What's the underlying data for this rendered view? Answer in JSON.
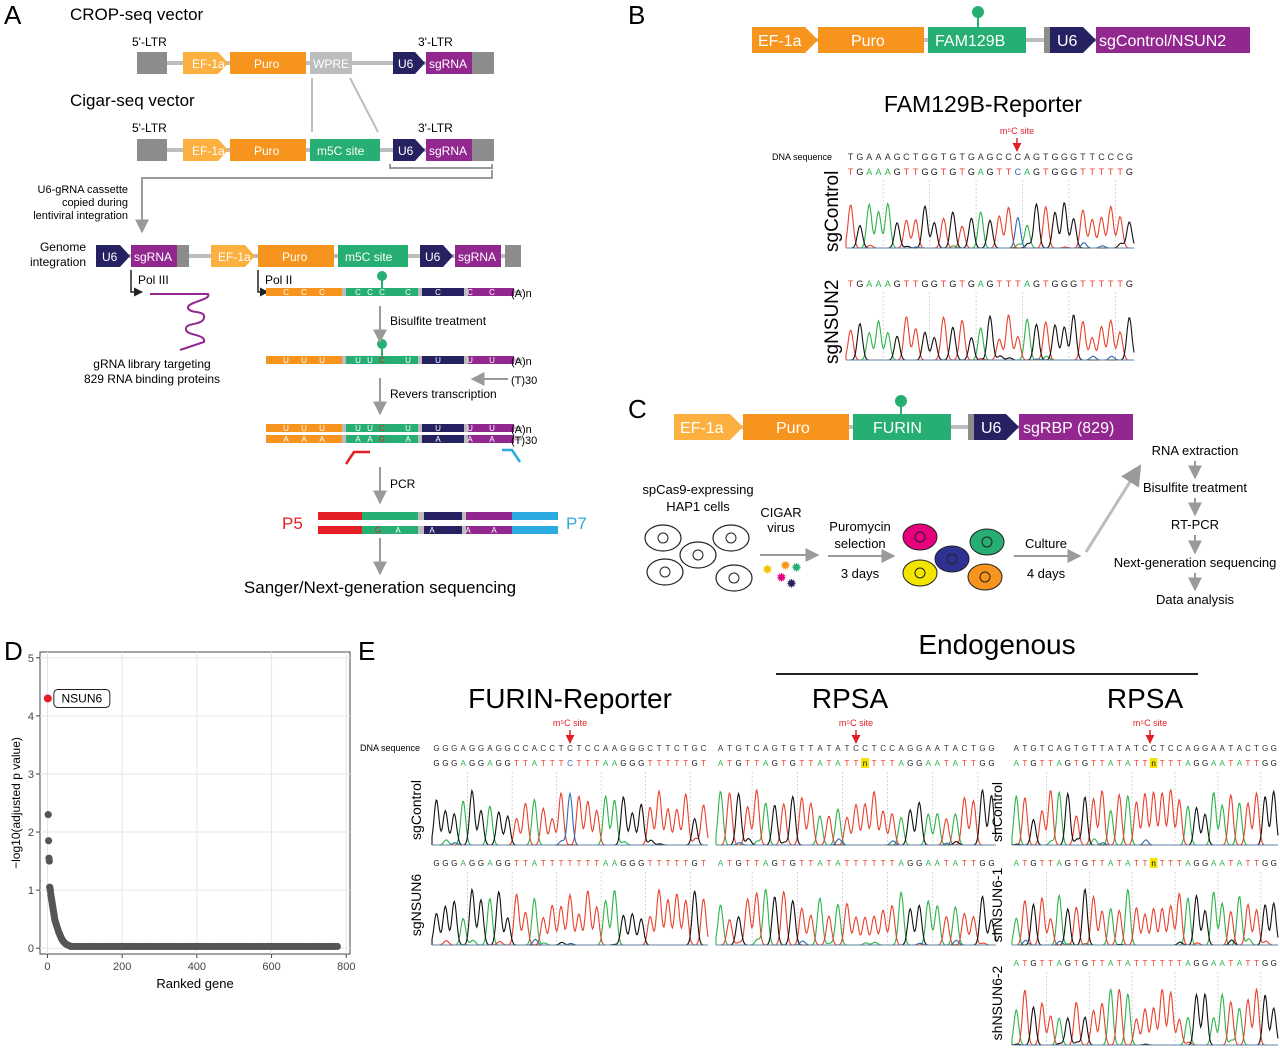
{
  "panels": {
    "a": "A",
    "b": "B",
    "c": "C",
    "d": "D",
    "e": "E"
  },
  "colors": {
    "orange": "#F7941D",
    "light_orange": "#FBB040",
    "green": "#27AE72",
    "navy": "#262262",
    "purple": "#92278F",
    "gray": "#8C8C8C",
    "light_gray": "#BDBDBD",
    "red": "#E31E24",
    "blue": "#29ABE2",
    "trace_green": "#2DB34A",
    "trace_red": "#E8412C",
    "trace_blue": "#2B6CB0",
    "trace_black": "#111111"
  },
  "panel_a": {
    "crop_title": "CROP-seq vector",
    "cigar_title": "Cigar-seq vector",
    "ltr5": "5'-LTR",
    "ltr3": "3'-LTR",
    "ef1a": "EF-1a",
    "puro": "Puro",
    "wpre": "WPRE",
    "m5c": "m5C site",
    "u6": "U6",
    "sgrna": "sgRNA",
    "cassette_note": [
      "U6-gRNA cassette",
      "copied during",
      "lentiviral integration"
    ],
    "genome_label": [
      "Genome",
      "integration"
    ],
    "pol3": "Pol III",
    "pol2": "Pol II",
    "library": [
      "gRNA library targeting",
      "829 RNA binding proteins"
    ],
    "polyA": "(A)n",
    "polyT": "(T)30",
    "step_bisulfite": "Bisulfite treatment",
    "step_rt": "Revers transcription",
    "step_pcr": "PCR",
    "p5": "P5",
    "p7": "P7",
    "final": "Sanger/Next-generation sequencing",
    "c_letter": "C",
    "u_letter": "U",
    "a_letter": "A",
    "g_letter": "G"
  },
  "panel_b": {
    "ef1a": "EF-1a",
    "puro": "Puro",
    "fam": "FAM129B",
    "u6": "U6",
    "sg": "sgControl/NSUN2",
    "title": "FAM129B-Reporter",
    "site": "m⁵C site",
    "dna_label": "DNA sequence",
    "dna_seq": "TGAAAGCTGGTGTGAGCCCAGTGGGTTCCCG",
    "ctrl_seq": "TGAAAGTTGGTGTGAGTTCAGTGGGTTTTTG",
    "nsun_seq": "TGAAAGTTGGTGTGAGTTTAGTGGGTTTTTG",
    "ctrl_label": "sgControl",
    "nsun_label": "sgNSUN2"
  },
  "panel_c": {
    "ef1a": "EF-1a",
    "puro": "Puro",
    "furin": "FURIN",
    "u6": "U6",
    "sg": "sgRBP (829)",
    "cells": [
      "spCas9-expressing",
      "HAP1 cells"
    ],
    "virus": [
      "CIGAR",
      "virus"
    ],
    "selection": [
      "Puromycin",
      "selection"
    ],
    "sel_days": "3 days",
    "culture": "Culture",
    "cul_days": "4 days",
    "workflow": [
      "RNA extraction",
      "Bisulfite treatment",
      "RT-PCR",
      "Next-generation sequencing",
      "Data analysis"
    ]
  },
  "chart_data": {
    "type": "scatter",
    "xlabel": "Ranked gene",
    "ylabel": "−log10(adjusted p value)",
    "xlim": [
      -20,
      810
    ],
    "ylim": [
      -0.1,
      5.1
    ],
    "xticks": [
      0,
      200,
      400,
      600,
      800
    ],
    "yticks": [
      0,
      1,
      2,
      3,
      4,
      5
    ],
    "grid": true,
    "highlight": {
      "label": "NSUN6",
      "x": 1,
      "y": 4.3,
      "color": "#E31E24"
    },
    "points": [
      [
        2,
        2.3
      ],
      [
        3,
        1.85
      ],
      [
        4,
        1.55
      ],
      [
        5,
        1.5
      ],
      [
        6,
        1.05
      ],
      [
        7,
        1.02
      ],
      [
        8,
        0.98
      ],
      [
        9,
        0.92
      ],
      [
        10,
        0.88
      ],
      [
        11,
        0.84
      ],
      [
        12,
        0.8
      ],
      [
        13,
        0.76
      ],
      [
        14,
        0.72
      ],
      [
        15,
        0.68
      ],
      [
        16,
        0.64
      ],
      [
        17,
        0.6
      ],
      [
        18,
        0.56
      ],
      [
        19,
        0.52
      ],
      [
        20,
        0.48
      ],
      [
        22,
        0.44
      ],
      [
        24,
        0.4
      ],
      [
        26,
        0.36
      ],
      [
        28,
        0.32
      ],
      [
        30,
        0.28
      ],
      [
        32,
        0.25
      ],
      [
        34,
        0.22
      ],
      [
        36,
        0.19
      ],
      [
        38,
        0.16
      ],
      [
        40,
        0.14
      ],
      [
        42,
        0.12
      ],
      [
        45,
        0.1
      ],
      [
        48,
        0.08
      ],
      [
        52,
        0.06
      ],
      [
        56,
        0.05
      ],
      [
        60,
        0.04
      ]
    ],
    "tail": {
      "from": 62,
      "to": 780,
      "step": 6,
      "y": 0.03
    }
  },
  "panel_e": {
    "endogenous": "Endogenous",
    "titles": [
      "FURIN-Reporter",
      "RPSA",
      "RPSA"
    ],
    "site": "m⁵C site",
    "dna_label": "DNA sequence",
    "dna": [
      "GGGAGGAGGCCACCTCTCCAAGGGCTTCTGC",
      "ATGTCAGTGTTATATCCTCCAGGAATACTGG",
      "ATGTCAGTGTTATATCCTCCAGGAATACTGG"
    ],
    "rows": {
      "sgControl": [
        "GGGAGGAGGTTATTTCTTTAAGGGTTTTTGT",
        "ATGTTAGTGTTATATTnTTTAGGAATATTGG"
      ],
      "sgNSUN6": [
        "GGGAGGAGGTTATTTTTTTAAGGGTTTTTGT",
        "ATGTTAGTGTTATATTTTTTAGGAATATTGG"
      ],
      "shControl": "ATGTTAGTGTTATATTnTTTAGGAATATTGG",
      "shNSUN6_1": "ATGTTAGTGTTATATTnTTTAGGAATATTGG",
      "shNSUN6_2": "ATGTTAGTGTTATATTTTTTAGGAATATTGG"
    },
    "labels": {
      "sgControl": "sgControl",
      "sgNSUN6": "sgNSUN6",
      "shControl": "shControl",
      "shNSUN6_1": "shNSUN6-1",
      "shNSUN6_2": "shNSUN6-2"
    }
  }
}
